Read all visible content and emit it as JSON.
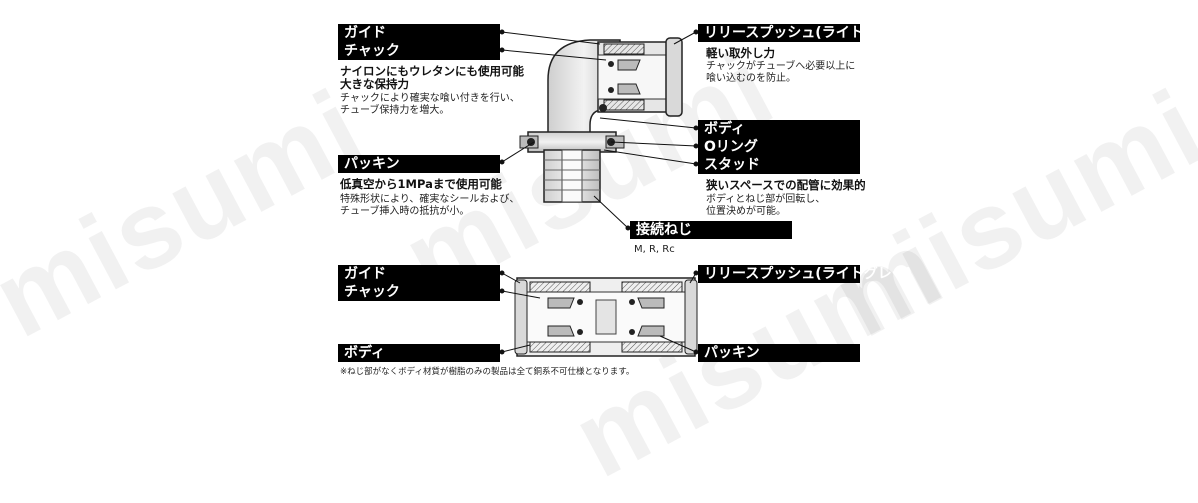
{
  "watermark": "misumi",
  "top": {
    "labels": {
      "guide": "ガイド",
      "chuck": "チャック",
      "packing": "パッキン",
      "release_push": "リリースプッシュ(ライトグレー)",
      "body": "ボディ",
      "o_ring": "Oリング",
      "stud": "スタッド",
      "thread": "接続ねじ"
    },
    "notes": {
      "holding_title_1": "ナイロンにもウレタンにも使用可能",
      "holding_title_2": "大きな保持力",
      "holding_body_1": "チャックにより確実な喰い付きを行い、",
      "holding_body_2": "チューブ保持力を増大。",
      "vacuum_title": "低真空から1MPaまで使用可能",
      "vacuum_body_1": "特殊形状により、確実なシールおよび、",
      "vacuum_body_2": "チューブ挿入時の抵抗が小。",
      "release_title": "軽い取外し力",
      "release_body_1": "チャックがチューブへ必要以上に",
      "release_body_2": "喰い込むのを防止。",
      "stud_title": "狭いスペースでの配管に効果的",
      "stud_body_1": "ボディとねじ部が回転し、",
      "stud_body_2": "位置決めが可能。",
      "thread_types": "M, R, Rc"
    }
  },
  "bottom": {
    "labels": {
      "guide": "ガイド",
      "chuck": "チャック",
      "body": "ボディ",
      "release_push": "リリースプッシュ(ライトグレー)",
      "packing": "パッキン"
    },
    "footnote": "※ねじ部がなくボディ材質が樹脂のみの製品は全て銅系不可仕様となります。"
  }
}
